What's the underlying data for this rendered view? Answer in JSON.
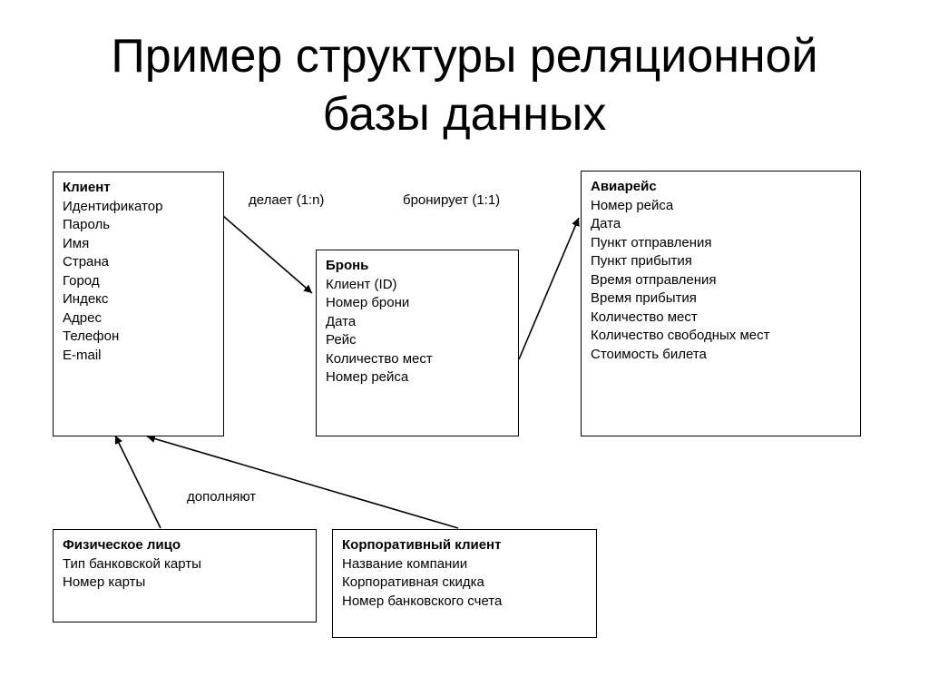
{
  "title": {
    "line1": "Пример структуры реляционной",
    "line2": "базы данных"
  },
  "entities": {
    "client": {
      "name": "Клиент",
      "fields": [
        "Идентификатор",
        "Пароль",
        "Имя",
        "Страна",
        "Город",
        "Индекс",
        "Адрес",
        "Телефон",
        "E-mail"
      ]
    },
    "booking": {
      "name": "Бронь",
      "fields": [
        "Клиент (ID)",
        "Номер брони",
        "Дата",
        "Рейс",
        "Количество мест",
        "Номер рейса"
      ]
    },
    "flight": {
      "name": "Авиарейс",
      "fields": [
        "Номер рейса",
        "Дата",
        "Пункт отправления",
        "Пункт прибытия",
        "Время отправления",
        "Время прибытия",
        "Количество мест",
        "Количество свободных мест",
        "Стоимость билета"
      ]
    },
    "individual": {
      "name": "Физическое лицо",
      "fields": [
        "Тип банковской карты",
        "Номер карты"
      ]
    },
    "corporate": {
      "name": "Корпоративный клиент",
      "fields": [
        "Название компании",
        "Корпоративная скидка",
        "Номер банковского счета"
      ]
    }
  },
  "relations": {
    "makes": "делает (1:n)",
    "books": "бронирует (1:1)",
    "extends": "дополняют"
  }
}
